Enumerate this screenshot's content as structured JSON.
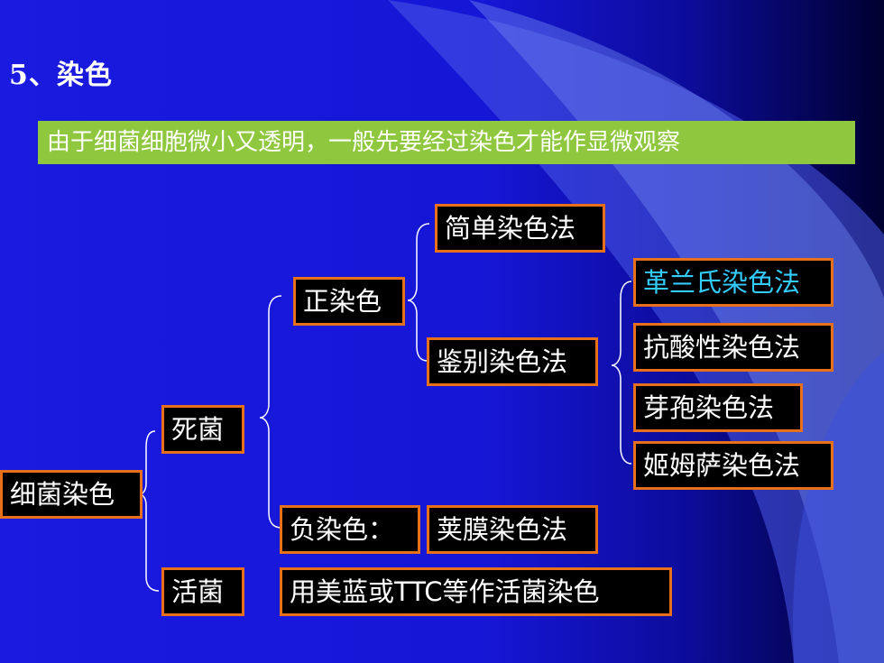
{
  "slide": {
    "title": "5、染色",
    "subtitle": "由于细菌细胞微小又透明，一般先要经过染色才能作显微观察"
  },
  "tree": {
    "root": "细菌染色",
    "dead": "死菌",
    "live": "活菌",
    "positive": "正染色",
    "negative": "负染色：",
    "simple": "简单染色法",
    "differential": "鉴别染色法",
    "gram": "革兰氏染色法",
    "acid_fast": "抗酸性染色法",
    "spore": "芽孢染色法",
    "giemsa": "姬姆萨染色法",
    "capsule": "荚膜染色法",
    "live_method": "用美蓝或TTC等作活菌染色"
  },
  "colors": {
    "background": "#1616d6",
    "banner": "#8fc73e",
    "node_border": "#e8701a",
    "highlight_text": "#33ccff"
  }
}
